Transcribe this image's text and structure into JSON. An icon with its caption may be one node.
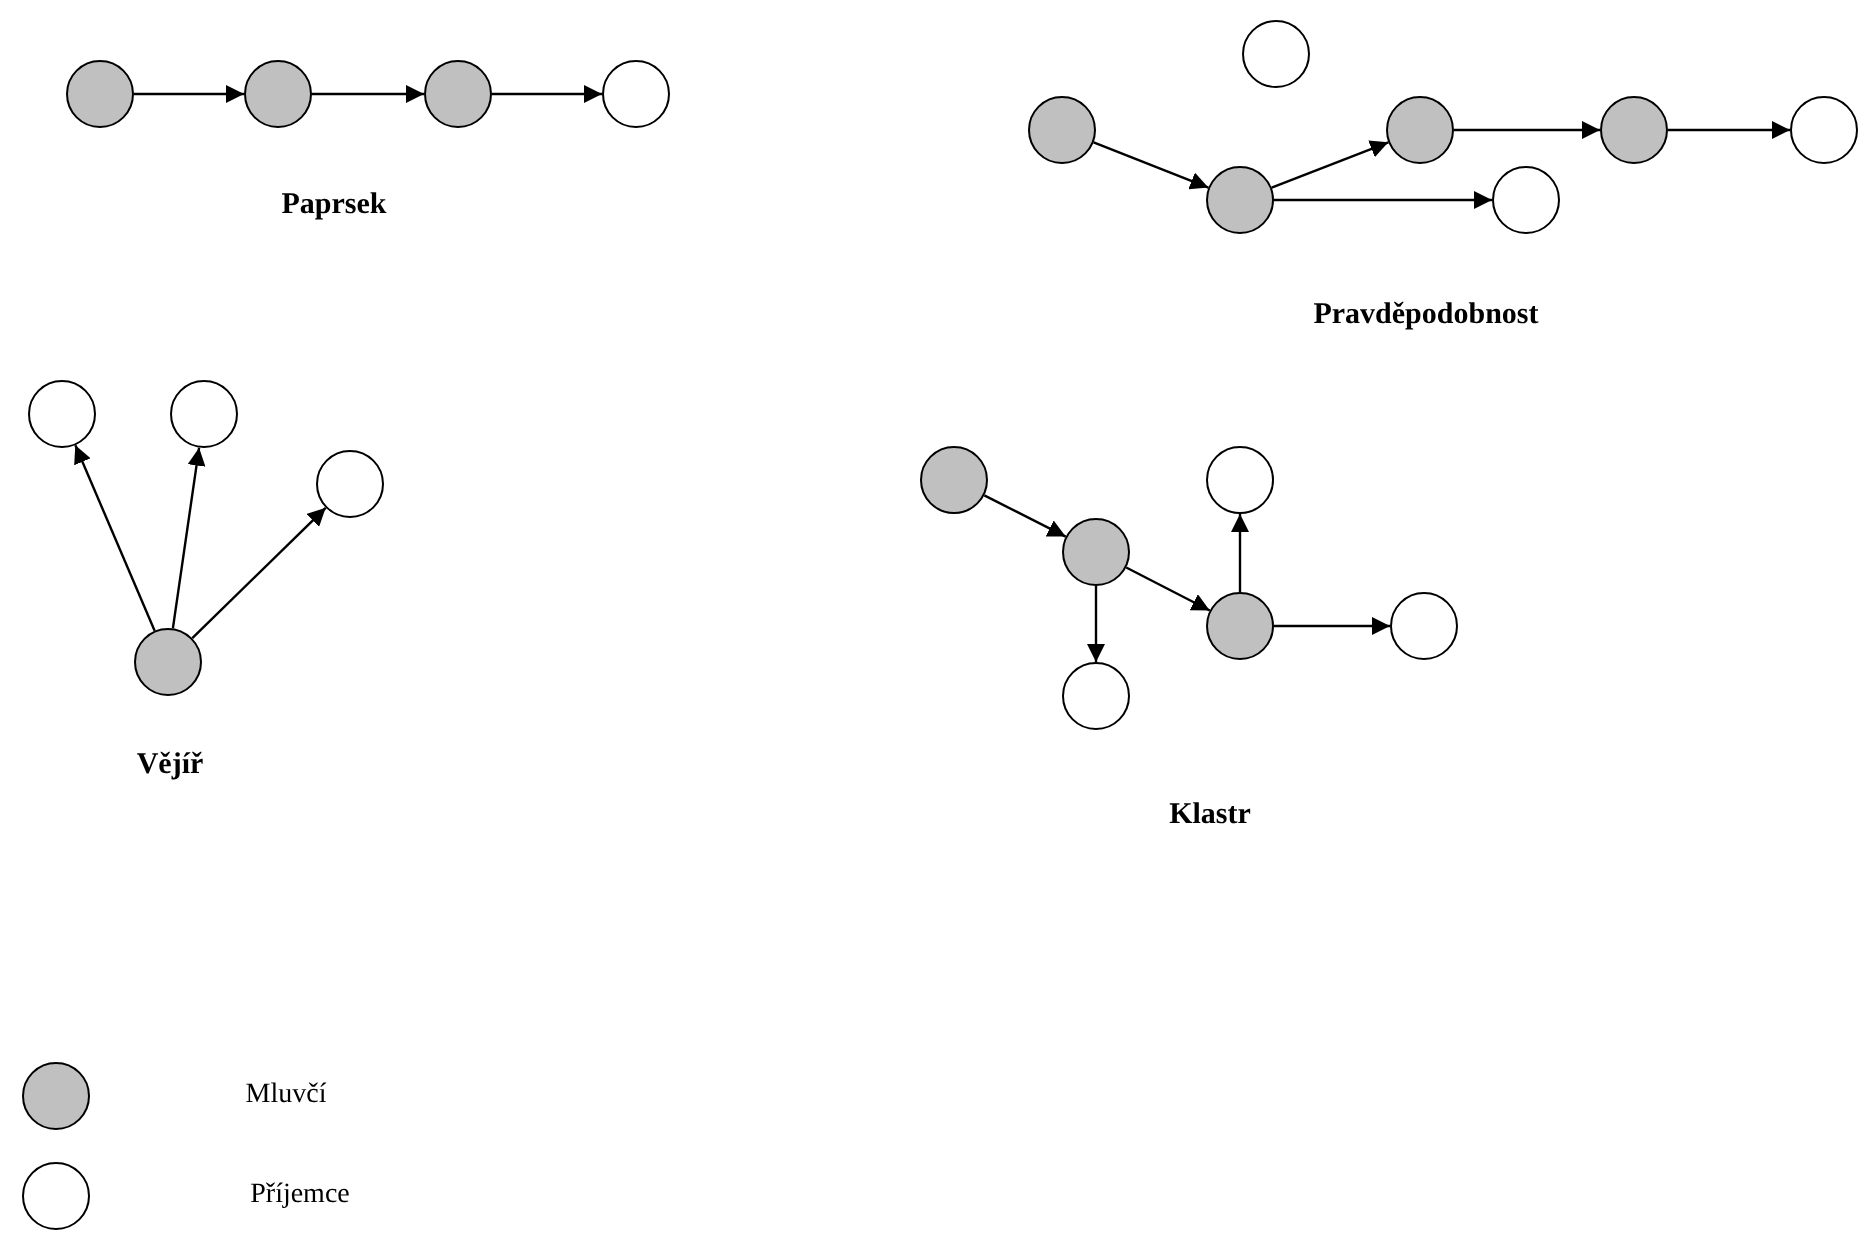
{
  "diagram": {
    "nodes": [
      {
        "text": [],
        "shape": "circle"
      },
      {
        "text": [],
        "shape": "circle"
      },
      {
        "text": [],
        "shape": "circle"
      },
      {
        "text": [],
        "shape": "circle"
      },
      {
        "text": [],
        "shape": "circle"
      },
      {
        "text": [],
        "shape": "circle"
      },
      {
        "text": [],
        "shape": "circle"
      },
      {
        "text": [],
        "shape": "circle"
      },
      {
        "text": [],
        "shape": "circle"
      },
      {
        "text": [],
        "shape": "circle"
      },
      {
        "text": [],
        "shape": "circle"
      },
      {
        "text": [],
        "shape": "circle"
      },
      {
        "text": [],
        "shape": "circle"
      },
      {
        "text": [],
        "shape": "circle"
      },
      {
        "text": [],
        "shape": "circle"
      },
      {
        "text": [],
        "shape": "circle"
      },
      {
        "text": [],
        "shape": "circle"
      },
      {
        "text": [],
        "shape": "circle"
      },
      {
        "text": [],
        "shape": "circle"
      },
      {
        "text": [],
        "shape": "circle"
      },
      {
        "text": [],
        "shape": "circle"
      }
    ],
    "edges": [
      {
        "from": 0,
        "to": 1,
        "arrow": "to"
      },
      {
        "from": 1,
        "to": 2,
        "arrow": "to"
      },
      {
        "from": 2,
        "to": 3,
        "arrow": "to"
      },
      {
        "from": 5,
        "to": 9,
        "arrow": "to"
      },
      {
        "from": 9,
        "to": 6,
        "arrow": "to"
      },
      {
        "from": 9,
        "to": 10,
        "arrow": "to"
      },
      {
        "from": 6,
        "to": 7,
        "arrow": "to"
      },
      {
        "from": 7,
        "to": 8,
        "arrow": "to"
      },
      {
        "from": 14,
        "to": 11,
        "arrow": "to"
      },
      {
        "from": 14,
        "to": 12,
        "arrow": "to"
      },
      {
        "from": 14,
        "to": 13,
        "arrow": "to"
      },
      {
        "from": 15,
        "to": 17,
        "arrow": "to"
      },
      {
        "from": 17,
        "to": 18,
        "arrow": "to"
      },
      {
        "from": 17,
        "to": 20,
        "arrow": "to"
      },
      {
        "from": 18,
        "to": 16,
        "arrow": "to"
      },
      {
        "from": 18,
        "to": 19,
        "arrow": "to"
      }
    ],
    "labels": [
      "Paprsek",
      "Pravděpodobnost",
      "Vějíř",
      "Klastr"
    ],
    "legend": [
      {
        "text": "Mluvčí"
      },
      {
        "text": "Příjemce"
      }
    ]
  }
}
